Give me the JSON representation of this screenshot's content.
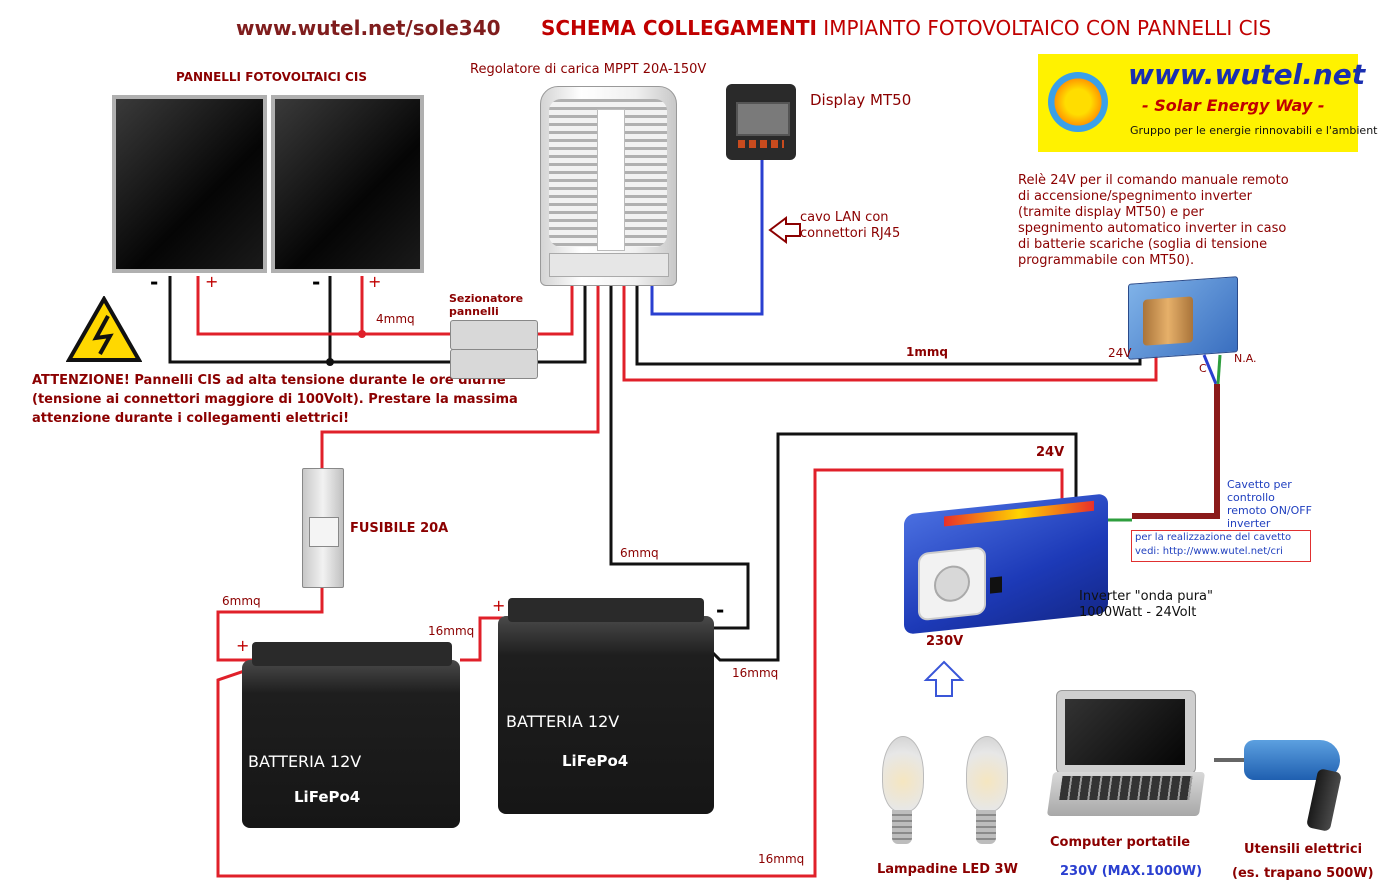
{
  "header": {
    "site": "www.wutel.net/sole340",
    "title_bold": "SCHEMA COLLEGAMENTI",
    "title_rest": "IMPIANTO FOTOVOLTAICO CON PANNELLI CIS"
  },
  "logo": {
    "url": "www.wutel.net",
    "tagline": "- Solar Energy Way -",
    "subtitle": "Gruppo per le energie rinnovabili e l'ambiente"
  },
  "labels": {
    "panels": "PANNELLI FOTOVOLTAICI CIS",
    "regulator": "Regolatore di carica MPPT 20A-150V",
    "display": "Display MT50",
    "lan_1": "cavo LAN con",
    "lan_2": "connettori RJ45",
    "relay_1": "Relè 24V per il comando manuale remoto",
    "relay_2": "di accensione/spegnimento inverter",
    "relay_3": "(tramite display MT50) e per",
    "relay_4": "spegnimento automatico inverter in caso",
    "relay_5": "di batterie scariche (soglia di tensione",
    "relay_6": "programmabile con MT50).",
    "disconnector_1": "Sezionatore",
    "disconnector_2": "pannelli",
    "warning_1": "ATTENZIONE! Pannelli CIS ad alta tensione durante le ore diurne",
    "warning_2": "(tensione ai connettori maggiore di 100Volt). Prestare la massima",
    "warning_3": "attenzione durante i collegamenti elettrici!",
    "fuse": "FUSIBILE",
    "fuse_rating": "20A",
    "battery_1": "BATTERIA 12V",
    "battery_1_type": "LiFePo4",
    "battery_2": "BATTERIA 12V",
    "battery_2_type": "LiFePo4",
    "inverter_1": "Inverter \"onda pura\"",
    "inverter_2": "1000Watt - 24Volt",
    "cable_1": "Cavetto per",
    "cable_2": "controllo",
    "cable_3": "remoto ON/OFF",
    "cable_4": "inverter",
    "cable_note_1": "per la realizzazione del cavetto",
    "cable_note_2": "vedi: http://www.wutel.net/cri",
    "v230": "230V",
    "v24": "24V",
    "relay_24v": "24V",
    "relay_c": "C",
    "relay_na": "N.A.",
    "leds": "Lampadine LED 3W",
    "laptop": "Computer portatile",
    "laptop_power": "230V (MAX.1000W)",
    "tools": "Utensili elettrici",
    "tools_example": "(es. trapano 500W)"
  },
  "wires": {
    "w4": "4mmq",
    "w1": "1mmq",
    "w6a": "6mmq",
    "w6b": "6mmq",
    "w16a": "16mmq",
    "w16b": "16mmq",
    "w16c": "16mmq"
  },
  "signs": {
    "minus": "-",
    "plus": "+"
  },
  "colors": {
    "header_site": "#7f1d1d",
    "header_title": "#c00000",
    "wire_red": "#e0202a",
    "wire_black": "#111111",
    "wire_blue": "#2a3fd0",
    "wire_green": "#2e9e3e",
    "logo_bg": "#fff200",
    "logo_text": "#1a2fb0"
  }
}
